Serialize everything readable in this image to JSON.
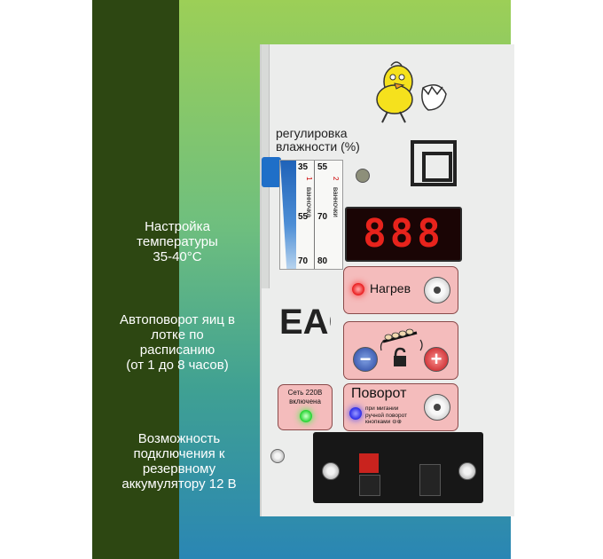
{
  "captions": {
    "temperature": "Настройка\nтемпературы\n35-40°C",
    "autoturn": "Автоповорот яиц в\nлотке по\nрасписанию\n(от 1 до 8 часов)",
    "battery": "Возможность\nподключения к\nрезервному\nаккумулятору 12 В"
  },
  "device": {
    "humidity_title": "регулировка\nвлажности (%)",
    "scale": {
      "left_top": "35",
      "left_mid": "55",
      "left_bottom": "70",
      "right_top": "55",
      "right_mid": "70",
      "right_bottom": "80",
      "left_sub_num": "1",
      "left_sub_text": "ванночка",
      "right_sub_num": "2",
      "right_sub_text": "ванночки"
    },
    "display_value": "888",
    "heat_label": "Нагрев",
    "turn_label": "Поворот",
    "turn_note": "при мигании\nручной поворот\nкнопками ⊖⊕",
    "power_label": "Сеть 220В\nвключена",
    "eac_text": "EAC"
  },
  "colors": {
    "heat_led": "#e8181a",
    "turn_led": "#2a2ae6",
    "power_led": "#1fd12b",
    "display_digits": "#e8231c",
    "button_panel": "#f4bcbc"
  },
  "icons": [
    "chick-logo-icon",
    "double-square-icon",
    "eac-mark-icon",
    "egg-tray-icon",
    "lock-icon"
  ]
}
